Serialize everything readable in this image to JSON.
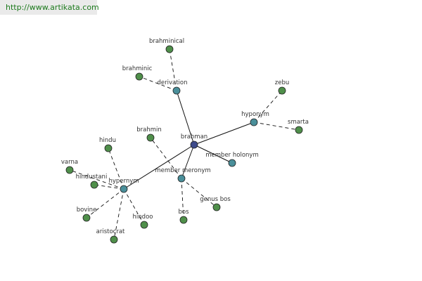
{
  "source": {
    "url": "http://www.artikata.com"
  },
  "colors": {
    "center": "#3d4a8a",
    "relation": "#4a8f9a",
    "word": "#4f8f4a"
  },
  "graph": {
    "center": {
      "id": "brahman",
      "label": "brahman"
    },
    "relations": [
      {
        "id": "derivation",
        "label": "derivation"
      },
      {
        "id": "hyponym",
        "label": "hyponym"
      },
      {
        "id": "member-holonym",
        "label": "member holonym"
      },
      {
        "id": "member-meronym",
        "label": "member meronym"
      },
      {
        "id": "hypernym",
        "label": "hypernym"
      }
    ],
    "words": [
      {
        "id": "brahminical",
        "label": "brahminical",
        "relation": "derivation"
      },
      {
        "id": "brahminic",
        "label": "brahminic",
        "relation": "derivation"
      },
      {
        "id": "zebu",
        "label": "zebu",
        "relation": "hyponym"
      },
      {
        "id": "smarta",
        "label": "smarta",
        "relation": "hyponym"
      },
      {
        "id": "brahmin",
        "label": "brahmin",
        "relation": "member-meronym"
      },
      {
        "id": "genus-bos",
        "label": "genus bos",
        "relation": "member-meronym"
      },
      {
        "id": "bos",
        "label": "bos",
        "relation": "member-meronym"
      },
      {
        "id": "hindu",
        "label": "hindu",
        "relation": "hypernym"
      },
      {
        "id": "varna",
        "label": "varna",
        "relation": "hypernym"
      },
      {
        "id": "hindustani",
        "label": "hindustani",
        "relation": "hypernym"
      },
      {
        "id": "bovine",
        "label": "bovine",
        "relation": "hypernym"
      },
      {
        "id": "hindoo",
        "label": "hindoo",
        "relation": "hypernym"
      },
      {
        "id": "aristocrat",
        "label": "aristocrat",
        "relation": "hypernym"
      }
    ]
  }
}
